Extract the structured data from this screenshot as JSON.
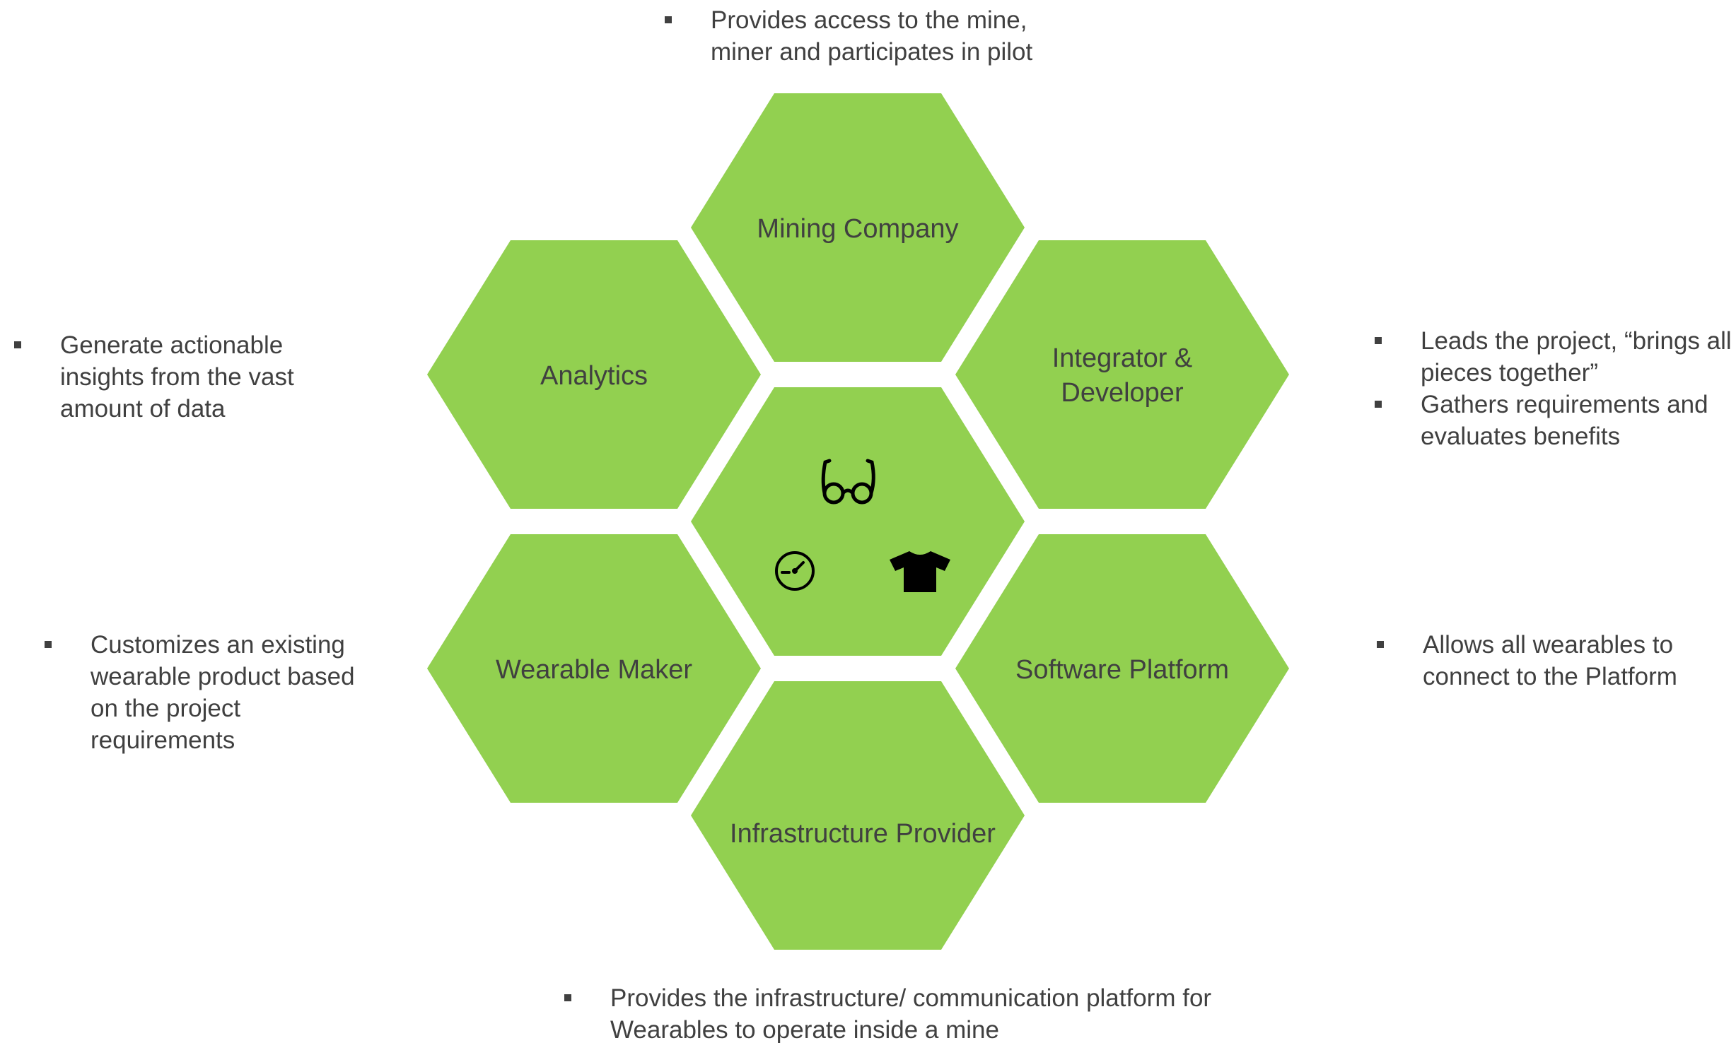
{
  "hexagons": {
    "mining_company": "Mining Company",
    "analytics": "Analytics",
    "integrator_developer": "Integrator &\nDeveloper",
    "wearable_maker": "Wearable Maker",
    "software_platform": "Software Platform",
    "infrastructure_provider": "Infrastructure Provider"
  },
  "center_icons": [
    "glasses-icon",
    "gauge-icon",
    "tshirt-icon"
  ],
  "colors": {
    "hexagon_fill": "#92d050",
    "text": "#404040",
    "icon": "#000000"
  },
  "notes": {
    "mining_company": [
      "Provides access to the mine, miner and participates in pilot"
    ],
    "analytics": [
      "Generate actionable insights from the vast amount of data"
    ],
    "integrator_developer": [
      "Leads the project, “brings all pieces together”",
      "Gathers requirements and evaluates benefits"
    ],
    "wearable_maker": [
      "Customizes an existing wearable product based on the project requirements"
    ],
    "software_platform": [
      "Allows all wearables to connect to the Platform"
    ],
    "infrastructure_provider": [
      "Provides the infrastructure/ communication platform for Wearables to operate inside a mine"
    ]
  }
}
